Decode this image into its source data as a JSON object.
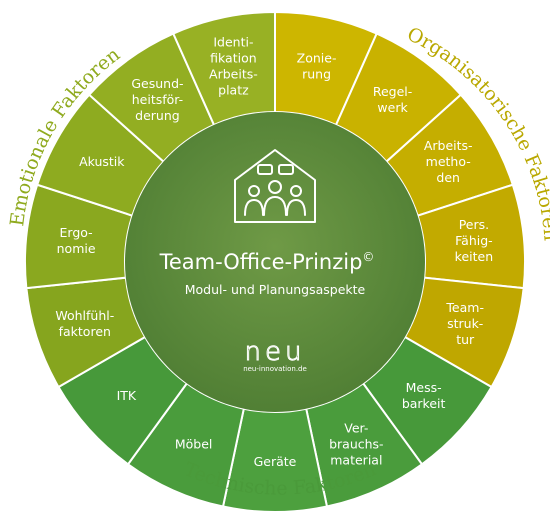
{
  "center": {
    "title": "Team-Office-Prinzip",
    "title_mark": "©",
    "subtitle": "Modul- und Planungsaspekte",
    "logo_text": "neu",
    "logo_url": "neu-innovation.de",
    "icon": "team-house-icon"
  },
  "groups": [
    {
      "id": "organisatorisch",
      "label": "Organisatorische Faktoren",
      "color": "#c8b400",
      "text_color": "#b9a800"
    },
    {
      "id": "technisch",
      "label": "Technische Faktoren",
      "color": "#4a9a3a",
      "text_color": "#4a9a3a"
    },
    {
      "id": "emotional",
      "label": "Emotionale Faktoren",
      "color": "#8faa1e",
      "text_color": "#8faa1e"
    }
  ],
  "segments": [
    {
      "id": "zonierung",
      "group": "organisatorisch",
      "lines": [
        "Zonie-",
        "rung"
      ],
      "color": "#cdb600"
    },
    {
      "id": "regelwerk",
      "group": "organisatorisch",
      "lines": [
        "Regel-",
        "werk"
      ],
      "color": "#c9b200"
    },
    {
      "id": "arbeitsmethoden",
      "group": "organisatorisch",
      "lines": [
        "Arbeits-",
        "metho-",
        "den"
      ],
      "color": "#c5ae00"
    },
    {
      "id": "faehigkeiten",
      "group": "organisatorisch",
      "lines": [
        "Pers.",
        "Fähig-",
        "keiten"
      ],
      "color": "#c2aa00"
    },
    {
      "id": "teamstruktur",
      "group": "organisatorisch",
      "lines": [
        "Team-",
        "struk-",
        "tur"
      ],
      "color": "#bfa700"
    },
    {
      "id": "messbarkeit",
      "group": "technisch",
      "lines": [
        "Mess-",
        "barkeit"
      ],
      "color": "#47993a"
    },
    {
      "id": "verbrauchsmaterial",
      "group": "technisch",
      "lines": [
        "Ver-",
        "brauchs-",
        "material"
      ],
      "color": "#4a9c3c"
    },
    {
      "id": "geraete",
      "group": "technisch",
      "lines": [
        "Geräte"
      ],
      "color": "#4da03e"
    },
    {
      "id": "moebel",
      "group": "technisch",
      "lines": [
        "Möbel"
      ],
      "color": "#4a9c3c"
    },
    {
      "id": "itk",
      "group": "technisch",
      "lines": [
        "ITK"
      ],
      "color": "#47993a"
    },
    {
      "id": "wohlfuehlfaktoren",
      "group": "emotional",
      "lines": [
        "Wohlfühl-",
        "faktoren"
      ],
      "color": "#86a51e"
    },
    {
      "id": "ergonomie",
      "group": "emotional",
      "lines": [
        "Ergo-",
        "nomie"
      ],
      "color": "#8aa81f"
    },
    {
      "id": "akustik",
      "group": "emotional",
      "lines": [
        "Akustik"
      ],
      "color": "#8eab20"
    },
    {
      "id": "gesundheitsfoerderung",
      "group": "emotional",
      "lines": [
        "Gesund-",
        "heitsför-",
        "derung"
      ],
      "color": "#93ae22"
    },
    {
      "id": "identifikation",
      "group": "emotional",
      "lines": [
        "Identi-",
        "fikation",
        "Arbeits-",
        "platz"
      ],
      "color": "#98b124"
    }
  ],
  "colors": {
    "center_fill": "#5b8a3c",
    "separator": "#ffffff"
  }
}
